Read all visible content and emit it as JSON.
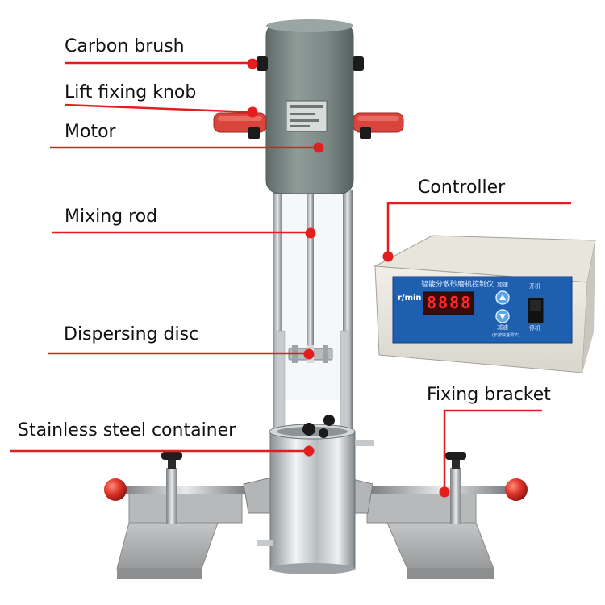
{
  "labels": {
    "carbon_brush": "Carbon brush",
    "lift_fixing_knob": "Lift fixing knob",
    "motor": "Motor",
    "mixing_rod": "Mixing rod",
    "dispersing_disc": "Dispersing disc",
    "stainless_container": "Stainless steel container",
    "controller": "Controller",
    "fixing_bracket": "Fixing bracket"
  },
  "controller_panel": {
    "title": "智能分散砂磨机控制仪",
    "unit": "r/min",
    "display": "8888",
    "speed_up": "加速",
    "speed_down": "减速",
    "power": "开机",
    "brake": "停机",
    "hint": "(长按快速调节)"
  },
  "colors": {
    "pointer": "#e41e1e",
    "motor_body": "#7d8a87",
    "handle": "#d9453c",
    "steel": "#c9cdd0",
    "base": "#a9abac"
  }
}
